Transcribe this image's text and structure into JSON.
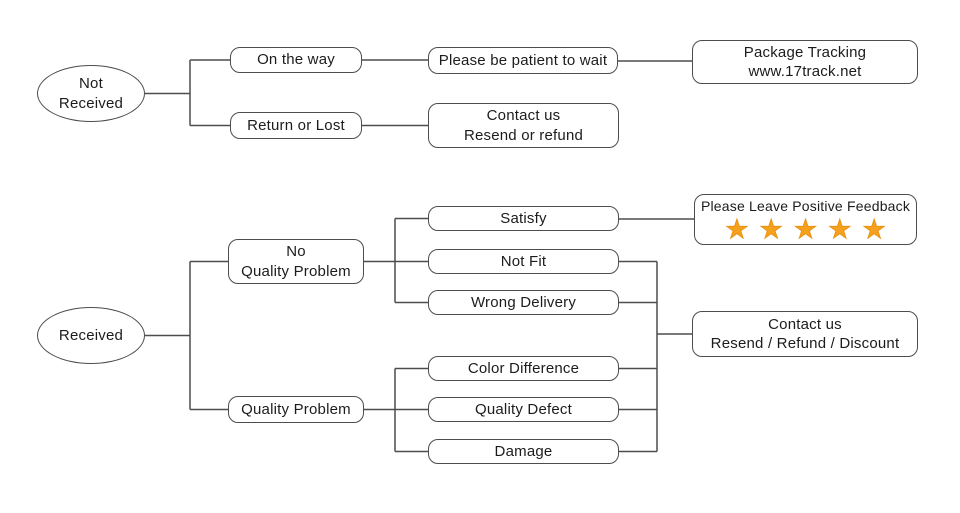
{
  "colors": {
    "line": "#4d4d4d",
    "box_border": "#4d4d4d",
    "text": "#1c1c1c",
    "star_fill": "#f6a11d",
    "star_outline": "#ea9210",
    "background": "#ffffff"
  },
  "nodes": {
    "not_received": {
      "line1": "Not",
      "line2": "Received"
    },
    "on_the_way": "On the way",
    "please_wait": "Please be patient to wait",
    "package_tracking": {
      "line1": "Package Tracking",
      "line2": "www.17track.net"
    },
    "return_or_lost": "Return or Lost",
    "contact_not_received": {
      "line1": "Contact us",
      "line2": "Resend or refund"
    },
    "received": "Received",
    "no_quality_problem": {
      "line1": "No",
      "line2": "Quality Problem"
    },
    "satisfy": "Satisfy",
    "positive_feedback": {
      "title": "Please Leave Positive Feedback",
      "stars": "★★★★★",
      "star_count": 5
    },
    "not_fit": "Not Fit",
    "wrong_delivery": "Wrong Delivery",
    "quality_problem": "Quality Problem",
    "color_difference": "Color Difference",
    "quality_defect": "Quality Defect",
    "damage": "Damage",
    "contact_received": {
      "line1": "Contact us",
      "line2": "Resend / Refund / Discount"
    }
  }
}
